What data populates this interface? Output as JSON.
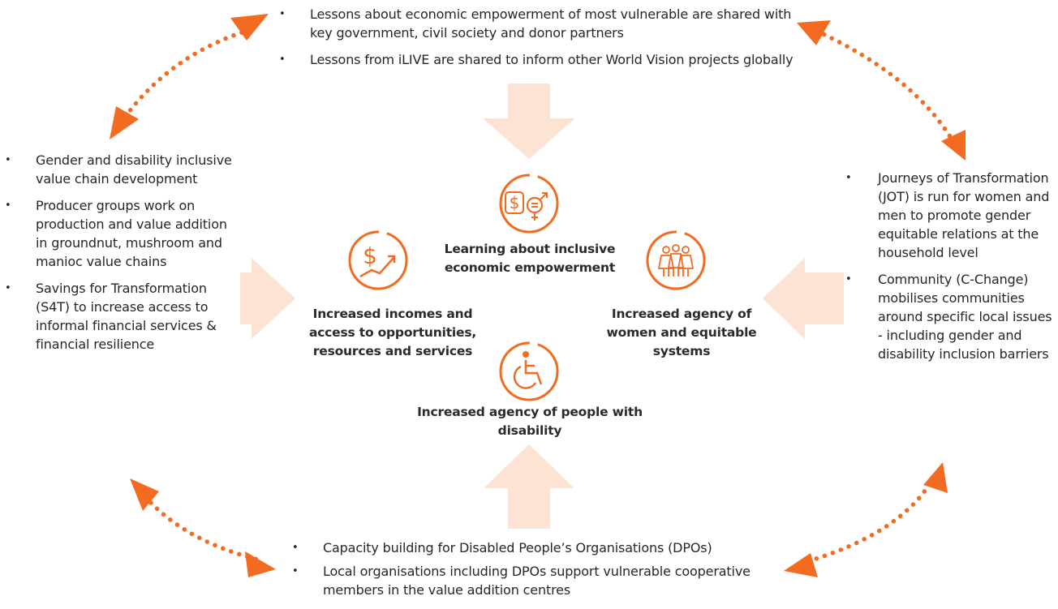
{
  "top": {
    "items": [
      "Lessons about economic empowerment of most vulnerable are shared with key government, civil society and donor partners",
      "Lessons from iLIVE are shared to inform other World Vision projects globally"
    ]
  },
  "left": {
    "items": [
      "Gender and disability inclusive value chain development",
      "Producer groups work on production and value addition in groundnut, mushroom and manioc value chains",
      "Savings for Transformation (S4T) to increase access to informal financial services & financial resilience"
    ]
  },
  "right": {
    "items": [
      "Journeys of Transformation (JOT) is run for women and men to promote gender equitable relations at the household level",
      "Community (C-Change) mobilises communities around specific local issues - including gender and disability inclusion barriers"
    ]
  },
  "bottom": {
    "items": [
      "Capacity building for Disabled People’s Organisations (DPOs)",
      "Local organisations including DPOs support vulnerable cooperative members in the value addition centres"
    ]
  },
  "outcomes": {
    "learning": "Learning about inclusive economic empowerment",
    "incomes": "Increased incomes and access to opportunities, resources and services",
    "agency_women": "Increased agency  of women and equitable systems",
    "agency_disability": "Increased agency of people with disability"
  },
  "icons": {
    "learning": "money-gender-equality-icon",
    "incomes": "dollar-growth-icon",
    "agency_women": "women-group-icon",
    "agency_disability": "wheelchair-icon"
  },
  "colors": {
    "accent": "#F26B21",
    "block_arrow": "#FCE3D3",
    "text": "#262626"
  },
  "bullet": "•"
}
